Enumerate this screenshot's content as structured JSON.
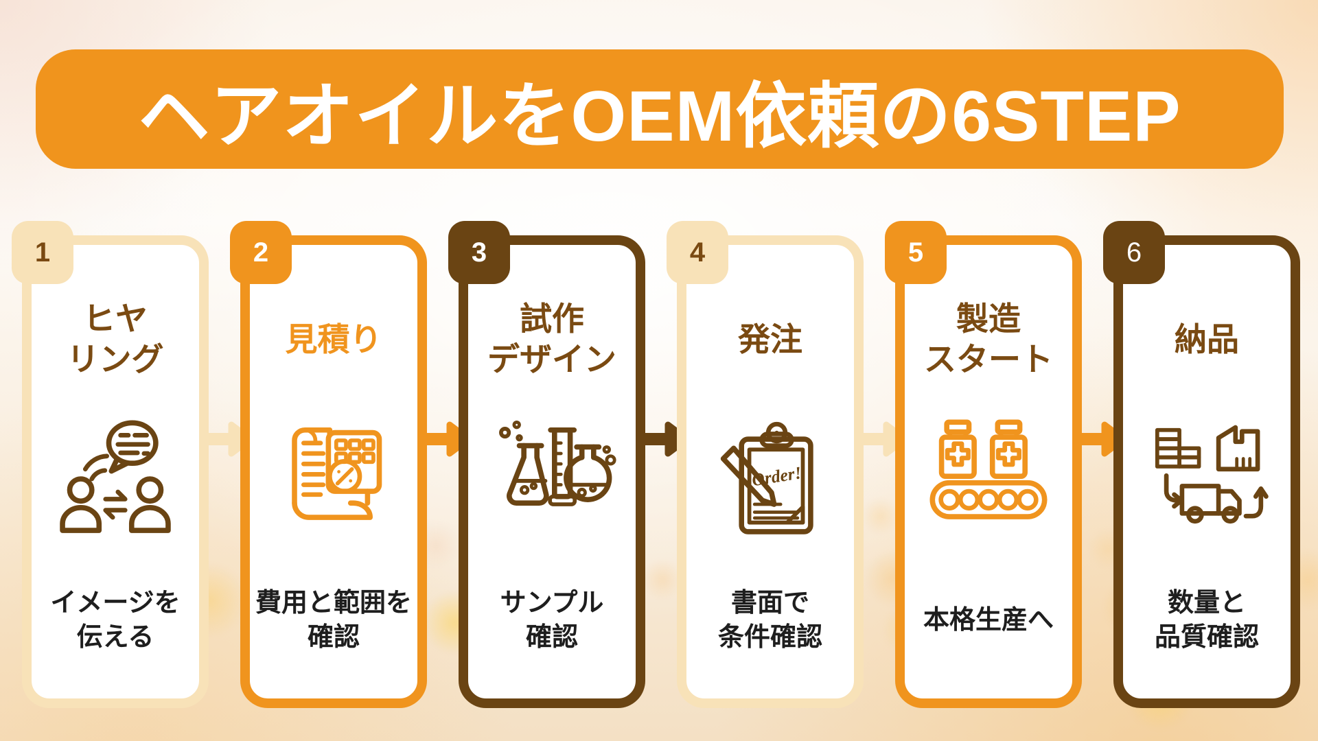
{
  "banner": {
    "title": "ヘアオイルをOEM依頼の6STEP",
    "bg_color": "#F0941D",
    "text_color": "#FFFFFF"
  },
  "accent_colors": {
    "cream": "#F8E2B8",
    "orange": "#F0941E",
    "brown": "#6A4413",
    "step_title_brown": "#7A4A12",
    "description_text": "#1E1E1E"
  },
  "steps": [
    {
      "number": "1",
      "accent": "cream",
      "title_line1": "ヒヤ",
      "title_line2": "リング",
      "icon": "conversation-icon",
      "desc_line1": "イメージを",
      "desc_line2": "伝える"
    },
    {
      "number": "2",
      "accent": "orange",
      "title_line1": "見積り",
      "title_line2": "",
      "icon": "receipt-calculator-icon",
      "desc_line1": "費用と範囲を",
      "desc_line2": "確認"
    },
    {
      "number": "3",
      "accent": "brown",
      "title_line1": "試作",
      "title_line2": "デザイン",
      "icon": "lab-flasks-icon",
      "desc_line1": "サンプル",
      "desc_line2": "確認"
    },
    {
      "number": "4",
      "accent": "cream",
      "title_line1": "発注",
      "title_line2": "",
      "icon": "order-clipboard-icon",
      "icon_text": "Order!",
      "desc_line1": "書面で",
      "desc_line2": "条件確認"
    },
    {
      "number": "5",
      "accent": "orange",
      "title_line1": "製造",
      "title_line2": "スタート",
      "icon": "production-line-icon",
      "desc_line1": "本格生産へ",
      "desc_line2": ""
    },
    {
      "number": "6",
      "accent": "brown",
      "title_line1": "納品",
      "title_line2": "",
      "icon": "delivery-truck-factory-icon",
      "desc_line1": "数量と",
      "desc_line2": "品質確認"
    }
  ],
  "arrows": [
    {
      "from": "1",
      "to": "2",
      "color": "cream"
    },
    {
      "from": "2",
      "to": "3",
      "color": "orange"
    },
    {
      "from": "3",
      "to": "4",
      "color": "brown"
    },
    {
      "from": "4",
      "to": "5",
      "color": "cream"
    },
    {
      "from": "5",
      "to": "6",
      "color": "orange"
    }
  ]
}
